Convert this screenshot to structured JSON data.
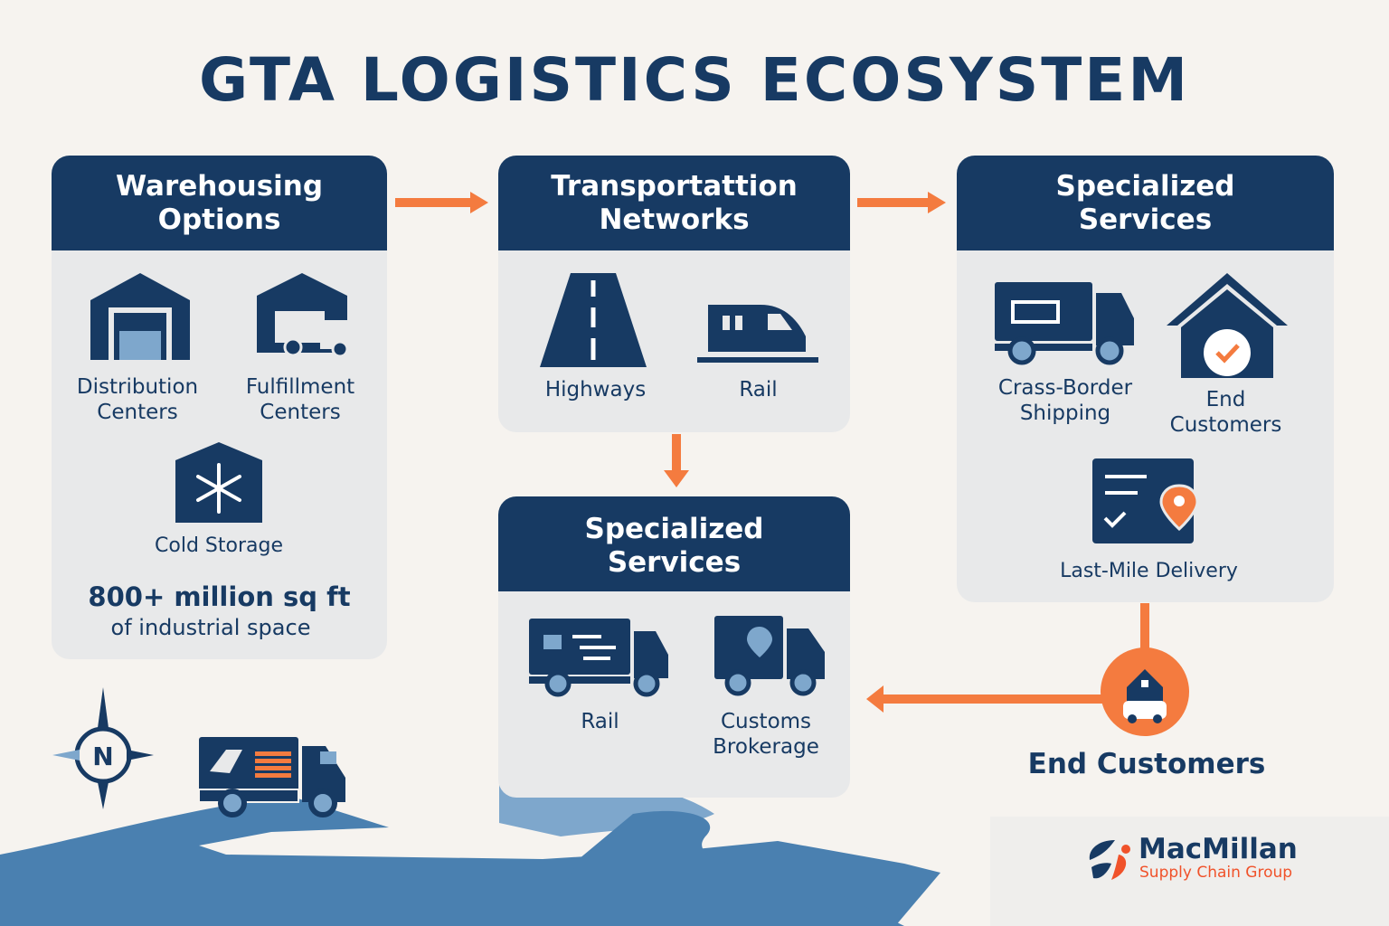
{
  "title": "GTA LOGISTICS ECOSYSTEM",
  "warehousing": {
    "header": [
      "Warehousing",
      "Options"
    ],
    "items": [
      {
        "label": [
          "Distribution",
          "Centers"
        ],
        "icon": "warehouse-icon"
      },
      {
        "label": [
          "Fulfillment",
          "Centers"
        ],
        "icon": "fulfillment-icon"
      },
      {
        "label": [
          "Cold Storage"
        ],
        "icon": "snowflake-icon"
      }
    ],
    "stat": "800+ million sq ft",
    "stat_caption": "of industrial space"
  },
  "transportation": {
    "header": [
      "Transportattion",
      "Networks"
    ],
    "items": [
      {
        "label": "Highways",
        "icon": "highway-icon"
      },
      {
        "label": "Rail",
        "icon": "train-icon"
      }
    ]
  },
  "specialized_right": {
    "header": [
      "Specialized",
      "Services"
    ],
    "items": [
      {
        "label": [
          "Crass-Border",
          "Shipping"
        ],
        "icon": "truck-icon"
      },
      {
        "label": [
          "End",
          "Customers"
        ],
        "icon": "home-check-icon"
      },
      {
        "label": [
          "Last-Mile Delivery"
        ],
        "icon": "delivery-checklist-icon"
      }
    ]
  },
  "specialized_center": {
    "header": [
      "Specialized",
      "Services"
    ],
    "items": [
      {
        "label": [
          "Rail"
        ],
        "icon": "truck-icon"
      },
      {
        "label": [
          "Customs",
          "Brokerage"
        ],
        "icon": "truck-pin-icon"
      }
    ]
  },
  "end_customers": "End Customers",
  "compass_label": "N",
  "logo": {
    "name": "MacMillan",
    "tagline": "Supply Chain Group"
  },
  "colors": {
    "navy": "#173a63",
    "orange": "#f47b3f",
    "card": "#e8e9ea",
    "water": "#4a80b0"
  }
}
